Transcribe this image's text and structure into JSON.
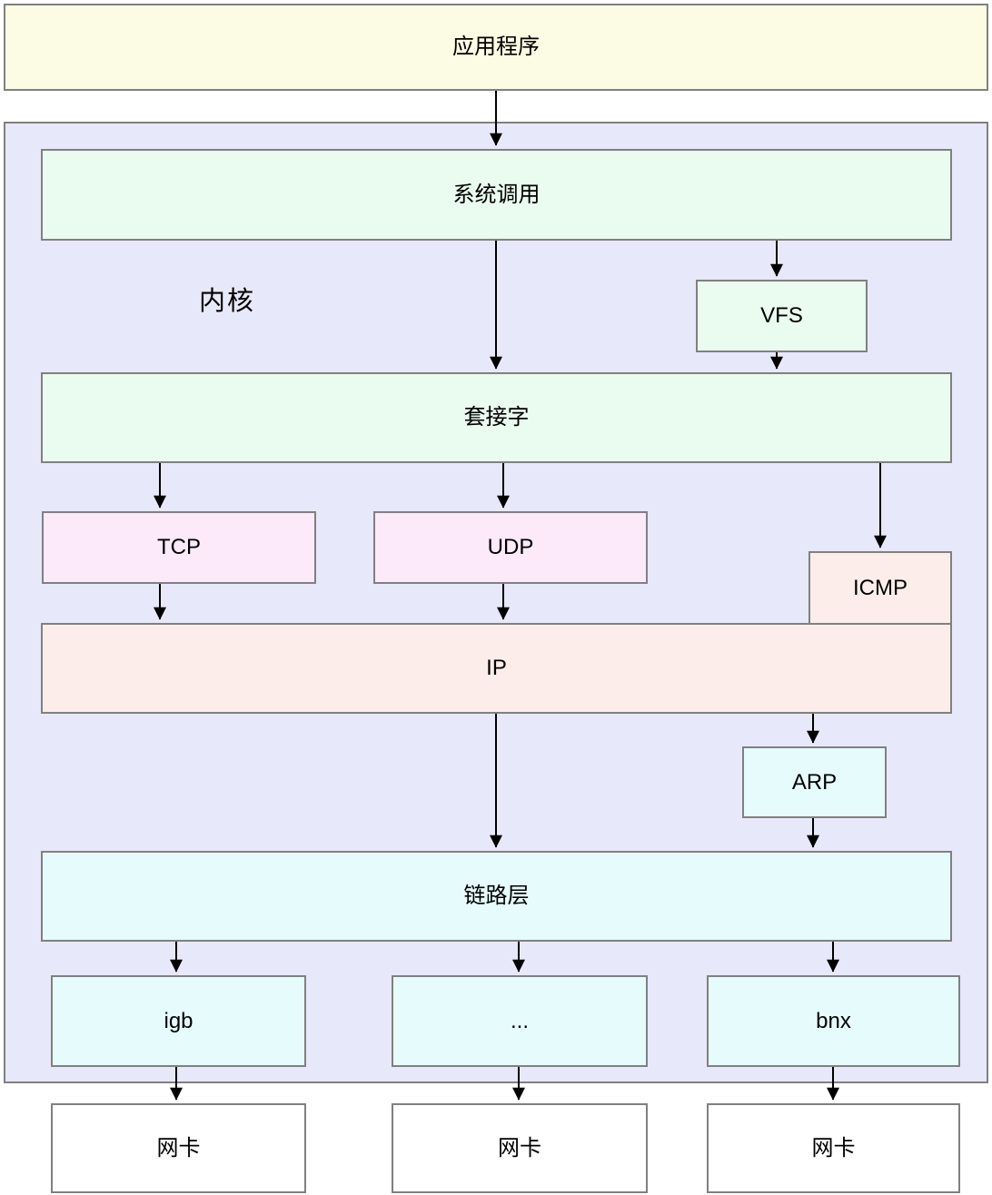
{
  "diagram": {
    "nodes": {
      "app": {
        "label": "应用程序"
      },
      "kernel": {
        "label": "内核"
      },
      "syscall": {
        "label": "系统调用"
      },
      "vfs": {
        "label": "VFS"
      },
      "socket": {
        "label": "套接字"
      },
      "tcp": {
        "label": "TCP"
      },
      "udp": {
        "label": "UDP"
      },
      "icmp": {
        "label": "ICMP"
      },
      "ip": {
        "label": "IP"
      },
      "arp": {
        "label": "ARP"
      },
      "link_layer": {
        "label": "链路层"
      },
      "igb": {
        "label": "igb"
      },
      "ellipsis": {
        "label": "..."
      },
      "bnx": {
        "label": "bnx"
      },
      "nic_left": {
        "label": "网卡"
      },
      "nic_middle": {
        "label": "网卡"
      },
      "nic_right": {
        "label": "网卡"
      }
    },
    "colors": {
      "app_fill": "#FCFCE4",
      "kernel_fill": "#E8E8FB",
      "green_fill": "#EAFBEF",
      "pink_fill": "#FCE9FA",
      "rose_fill": "#FDEDEA",
      "cyan_fill": "#E6FCFC",
      "nic_fill": "#FFFFFF",
      "border": "#808080",
      "arrow": "#000000",
      "text": "#000000"
    }
  }
}
